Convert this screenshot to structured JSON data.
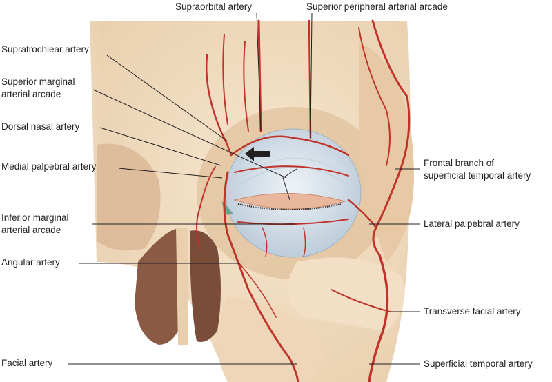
{
  "labels": {
    "supraorbital": "Supraorbital artery",
    "superior_peripheral": "Superior peripheral arterial arcade",
    "supratrochlear": "Supratrochlear artery",
    "superior_marginal_1": "Superior marginal",
    "superior_marginal_2": "arterial arcade",
    "dorsal_nasal": "Dorsal nasal artery",
    "medial_palpebral": "Medial palpebral artery",
    "inferior_marginal_1": "Inferior marginal",
    "inferior_marginal_2": "arterial arcade",
    "angular": "Angular artery",
    "facial": "Facial artery",
    "frontal_branch_1": "Frontal branch of",
    "frontal_branch_2": "superficial temporal artery",
    "lateral_palpebral": "Lateral palpebral artery",
    "transverse_facial": "Transverse facial artery",
    "superficial_temporal": "Superficial temporal artery"
  },
  "colors": {
    "artery": "#c0332b",
    "bone": "#f1dcc0",
    "bone_shadow": "#e3c6a2",
    "sclera": "#d7e2ec",
    "cavity": "#8a5a45",
    "leader": "#231f20"
  }
}
